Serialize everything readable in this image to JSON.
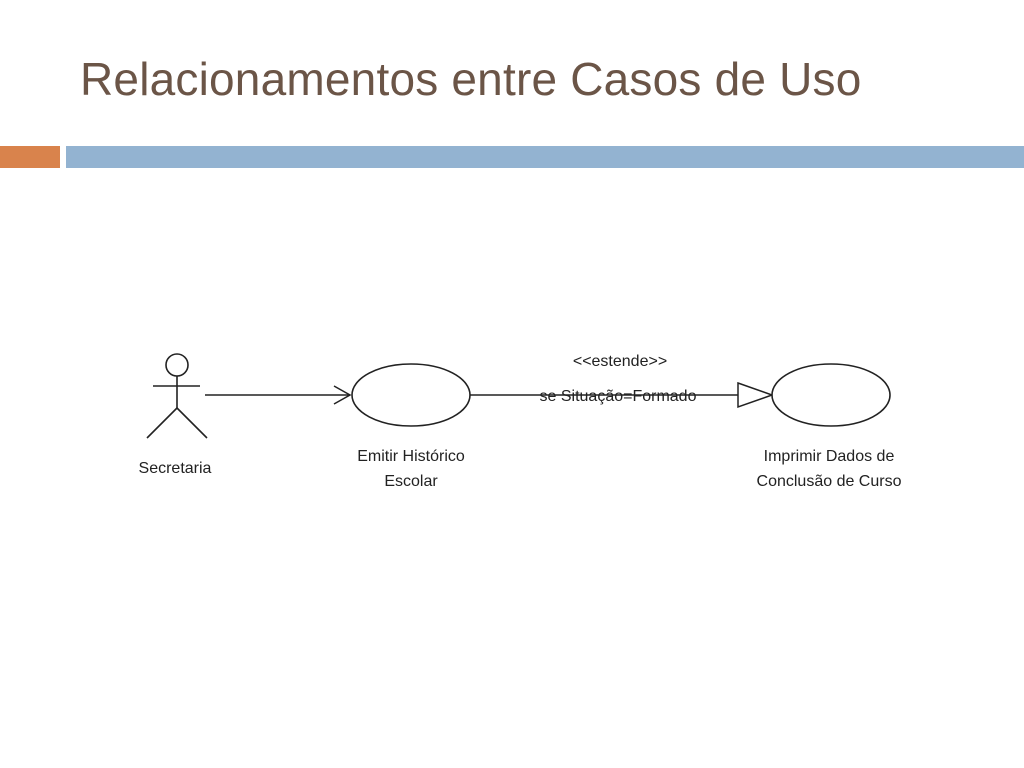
{
  "slide": {
    "title": "Relacionamentos entre Casos de Uso",
    "colors": {
      "title": "#6b5547",
      "accent_orange": "#d9834c",
      "accent_blue": "#93b3d1"
    }
  },
  "diagram": {
    "actor": {
      "label": "Secretaria"
    },
    "use_case_1": {
      "label_line1": "Emitir Histórico",
      "label_line2": "Escolar"
    },
    "use_case_2": {
      "label_line1": "Imprimir Dados de",
      "label_line2": "Conclusão de Curso"
    },
    "extend_relation": {
      "stereotype": "<<estende>>",
      "condition": "se Situação=Formado"
    }
  }
}
